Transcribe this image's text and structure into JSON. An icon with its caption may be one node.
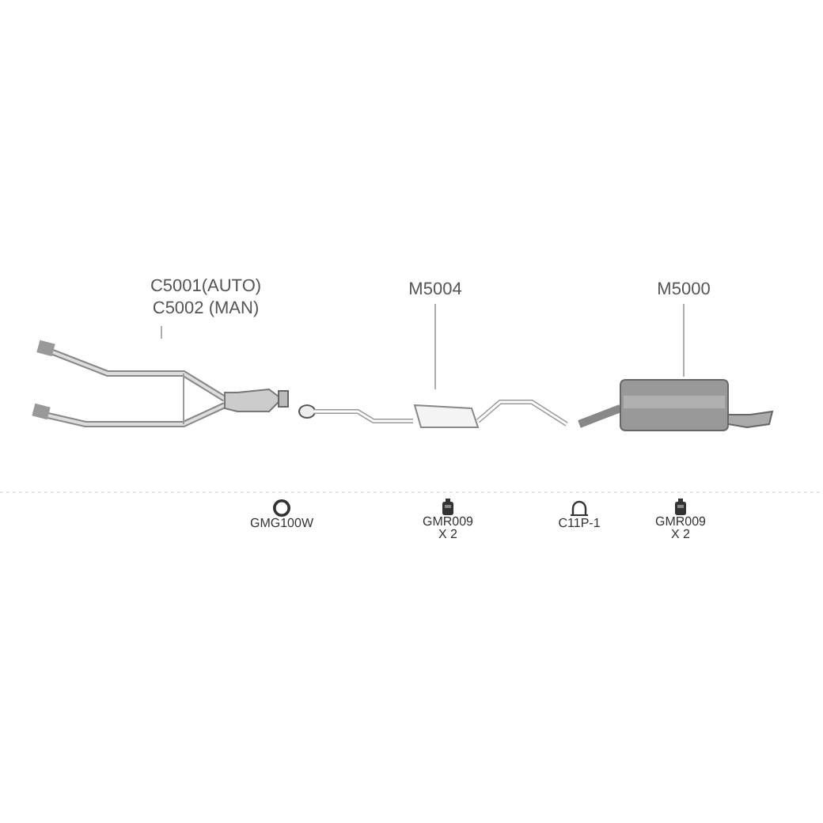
{
  "diagram": {
    "nodes": [
      {
        "text": [
          "C5001(AUTO)",
          "C5002 (MAN)"
        ]
      },
      {
        "text": [],
        "shape": "picture"
      },
      {
        "text": [
          "M5004"
        ]
      },
      {
        "text": [],
        "shape": "picture"
      },
      {
        "text": [
          "M5000"
        ]
      },
      {
        "text": [],
        "shape": "picture"
      }
    ],
    "edges": [
      {
        "from": 0,
        "to": 1,
        "arrow": "none"
      },
      {
        "from": 2,
        "to": 3,
        "arrow": "none"
      },
      {
        "from": 4,
        "to": 5,
        "arrow": "none"
      }
    ],
    "labels": [
      "GMG100W",
      "GMR009",
      "X 2",
      "C11P-1",
      "GMR009",
      "X 2"
    ]
  }
}
